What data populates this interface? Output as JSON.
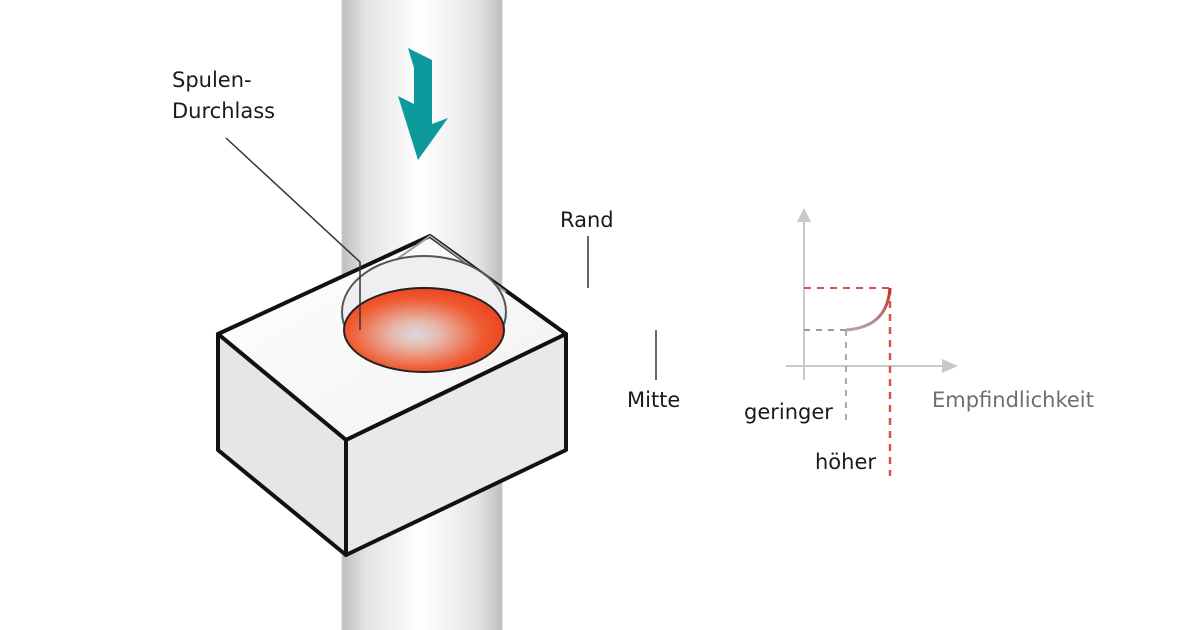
{
  "labels": {
    "coil_passage_line1": "Spulen-",
    "coil_passage_line2": "Durchlass",
    "edge": "Rand",
    "center": "Mitte",
    "lower": "geringer",
    "higher": "höher",
    "sensitivity_axis": "Empfindlichkeit"
  },
  "colors": {
    "arrow": "#0e9a9c",
    "edge_curve": "#d63a2c",
    "hotspot": "#f0502a",
    "center_line": "#9a9aa0",
    "block_face": "#e7e7e9",
    "outline": "#111111"
  },
  "relative_sensitivity": {
    "center": "geringer",
    "edge": "höher"
  }
}
